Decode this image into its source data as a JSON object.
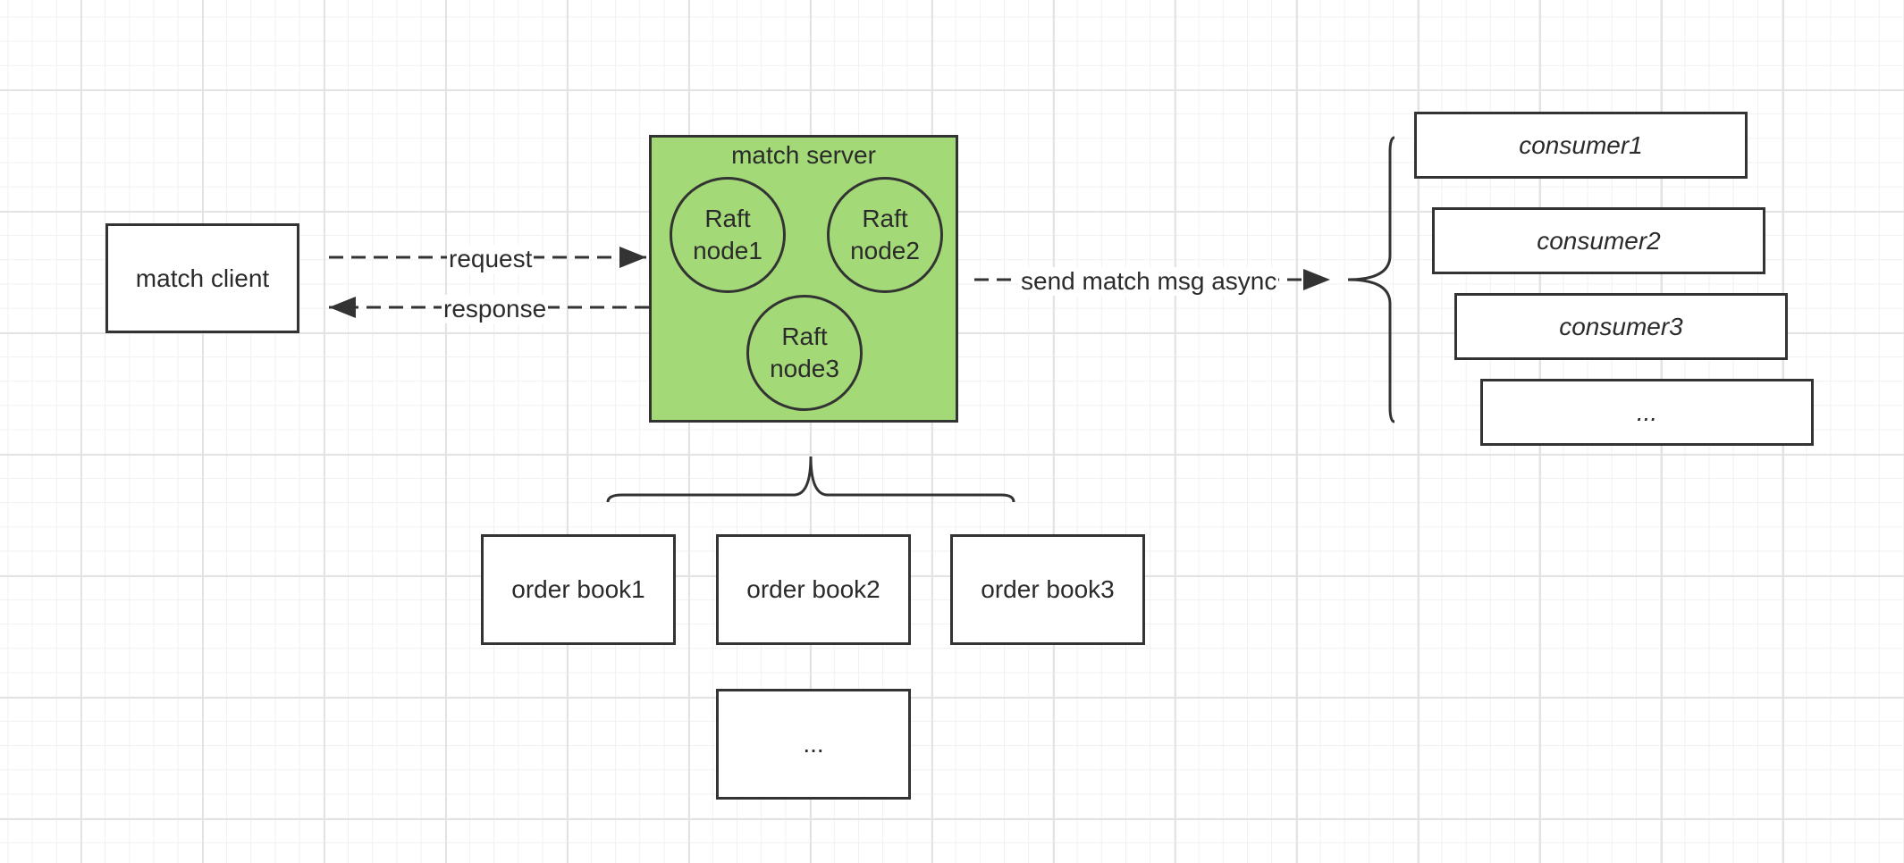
{
  "diagram": {
    "client": {
      "label": "match client"
    },
    "server": {
      "title": "match server",
      "nodes": [
        {
          "label": "Raft\nnode1"
        },
        {
          "label": "Raft\nnode2"
        },
        {
          "label": "Raft\nnode3"
        }
      ]
    },
    "edges": {
      "request": "request",
      "response": "response",
      "async": "send match msg async"
    },
    "order_books": [
      {
        "label": "order book1"
      },
      {
        "label": "order book2"
      },
      {
        "label": "order book3"
      },
      {
        "label": "..."
      }
    ],
    "consumers": [
      {
        "label": "consumer1"
      },
      {
        "label": "consumer2"
      },
      {
        "label": "consumer3"
      },
      {
        "label": "..."
      }
    ],
    "colors": {
      "server_fill": "#a3d977",
      "stroke": "#333333",
      "grid": "#e3e3e3"
    }
  }
}
